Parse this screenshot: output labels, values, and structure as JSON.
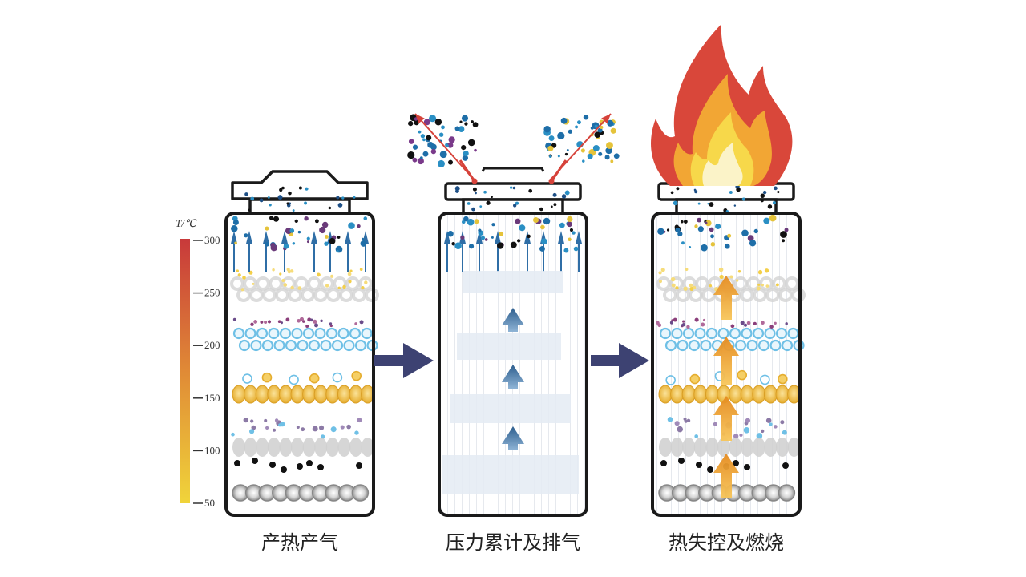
{
  "colorbar": {
    "title": "T/℃",
    "ticks": [
      "300",
      "250",
      "200",
      "150",
      "100",
      "50"
    ],
    "range": [
      50,
      300
    ],
    "color_low": "#f0d43a",
    "color_high": "#c8393a"
  },
  "stages": [
    {
      "label": "产热产气",
      "description": "heat and gas generation"
    },
    {
      "label": "压力累计及排气",
      "description": "pressure accumulation and venting"
    },
    {
      "label": "热失控及燃烧",
      "description": "thermal runaway and combustion"
    }
  ],
  "colors": {
    "outline": "#1a1a1a",
    "stage_arrow": "#3d4272",
    "gas_arrow": "#2f6ea6",
    "vent_arrow": "#d6423a",
    "heat_arrow": "#f0a52a",
    "flame_outer": "#d9473a",
    "flame_mid": "#f2a634",
    "flame_inner": "#f7d84a",
    "flame_core": "#fbf3c8",
    "particle_blue": "#2a8fc4",
    "ring_blue": "#6fc0e6",
    "bead_gold": "#efb93e",
    "bead_gray": "#c9c9c9",
    "roller_gray": "#9a9a9a"
  }
}
